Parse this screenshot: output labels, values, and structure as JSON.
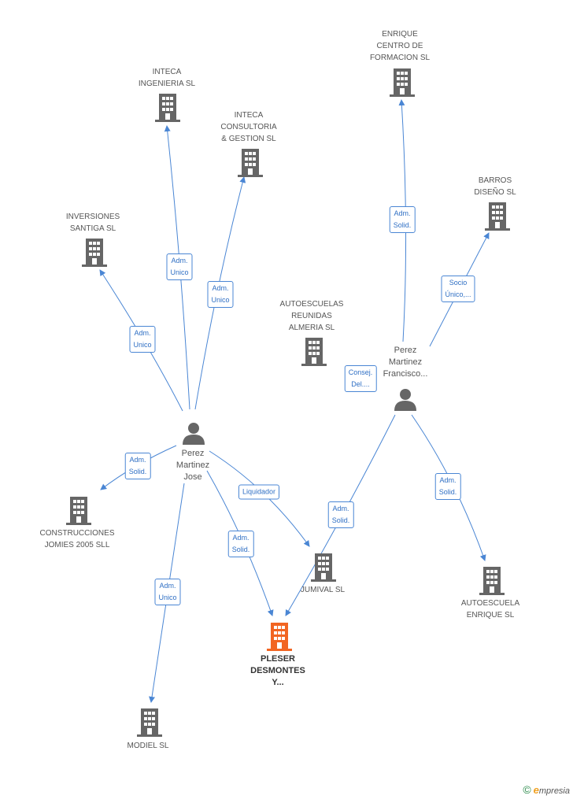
{
  "nodes": {
    "inteca_ingenieria": {
      "label": "INTECA\nINGENIERIA SL",
      "type": "company"
    },
    "inteca_consultoria": {
      "label": "INTECA\nCONSULTORIA\n& GESTION SL",
      "type": "company"
    },
    "inversiones_santiga": {
      "label": "INVERSIONES\nSANTIGA SL",
      "type": "company"
    },
    "autoescuelas_reunidas": {
      "label": "AUTOESCUELAS\nREUNIDAS\nALMERIA  SL",
      "type": "company"
    },
    "enrique_centro": {
      "label": "ENRIQUE\nCENTRO DE\nFORMACION  SL",
      "type": "company"
    },
    "barros_diseno": {
      "label": "BARROS\nDISEÑO SL",
      "type": "company"
    },
    "perez_francisco": {
      "label": "Perez\nMartinez\nFrancisco...",
      "type": "person"
    },
    "perez_jose": {
      "label": "Perez\nMartinez\nJose",
      "type": "person"
    },
    "construcciones_jomies": {
      "label": "CONSTRUCCIONES\nJOMIES 2005 SLL",
      "type": "company"
    },
    "jumival": {
      "label": "JUMIVAL SL",
      "type": "company"
    },
    "autoescuela_enrique": {
      "label": "AUTOESCUELA\nENRIQUE SL",
      "type": "company"
    },
    "pleser": {
      "label": "PLESER\nDESMONTES\nY...",
      "type": "company-focus"
    },
    "modiel": {
      "label": "MODIEL SL",
      "type": "company"
    }
  },
  "roles": {
    "r_santiga": "Adm.\nUnico",
    "r_ingenieria": "Adm.\nUnico",
    "r_consultoria": "Adm.\nUnico",
    "r_jomies": "Adm.\nSolid.",
    "r_liquidador": "Liquidador",
    "r_pleser_jose": "Adm.\nSolid.",
    "r_modiel": "Adm.\nUnico",
    "r_enrique_centro": "Adm.\nSolid.",
    "r_barros": "Socio\nÚnico,...",
    "r_autoescuelas": "Consej.\nDel....",
    "r_pleser_francisco": "Adm.\nSolid.",
    "r_autoescuela_enrique": "Adm.\nSolid."
  },
  "colors": {
    "edge": "#4a86d4",
    "building": "#666666",
    "building_focus": "#f26522",
    "person": "#666666"
  },
  "footer": {
    "copyright": "©",
    "brand_initial": "e",
    "brand_rest": "mpresia"
  }
}
